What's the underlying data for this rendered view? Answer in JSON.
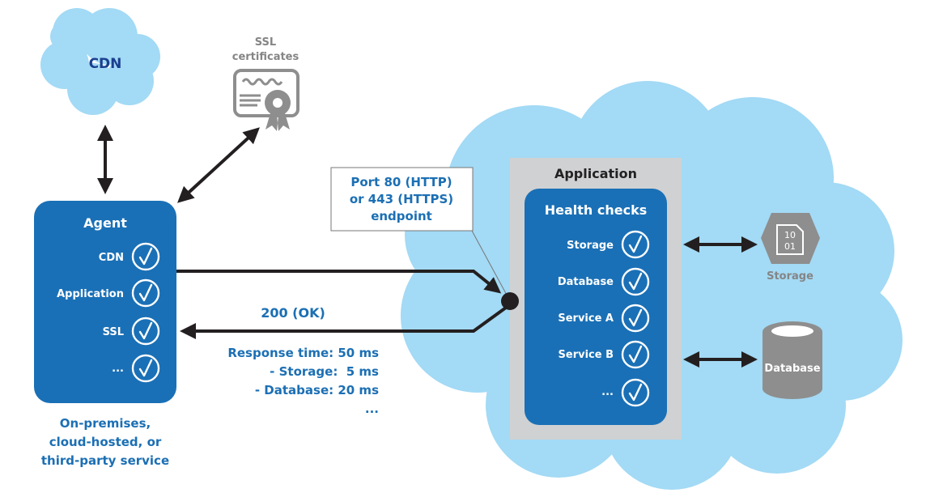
{
  "colors": {
    "cloud": "#a3daf5",
    "box_blue": "#1a70b6",
    "app_gray": "#d0d1d3",
    "text_blue": "#1b6fb4",
    "icon_gray": "#8e8e8e",
    "arrow": "#231f20"
  },
  "cdn_cloud": {
    "label": "CDN"
  },
  "ssl": {
    "label_line1": "SSL",
    "label_line2": "certificates",
    "icon": "certificate-icon"
  },
  "agent": {
    "title": "Agent",
    "checks": [
      {
        "label": "CDN",
        "icon": "check-circle-icon"
      },
      {
        "label": "Application",
        "icon": "check-circle-icon"
      },
      {
        "label": "SSL",
        "icon": "check-circle-icon"
      },
      {
        "label": "...",
        "icon": "check-circle-icon"
      }
    ],
    "caption": [
      "On-premises,",
      "cloud-hosted, or",
      "third-party service"
    ]
  },
  "endpoint": {
    "lines": [
      "Port 80 (HTTP)",
      "or 443 (HTTPS)",
      "endpoint"
    ]
  },
  "response": {
    "status": "200 (OK)",
    "lines": [
      "Response time: 50 ms",
      "- Storage:  5 ms",
      "- Database: 20 ms",
      "..."
    ]
  },
  "application": {
    "title": "Application",
    "health": {
      "title": "Health checks",
      "checks": [
        {
          "label": "Storage",
          "icon": "check-circle-icon"
        },
        {
          "label": "Database",
          "icon": "check-circle-icon"
        },
        {
          "label": "Service A",
          "icon": "check-circle-icon"
        },
        {
          "label": "Service B",
          "icon": "check-circle-icon"
        },
        {
          "label": "...",
          "icon": "check-circle-icon"
        }
      ]
    }
  },
  "storage": {
    "label": "Storage",
    "icon_line1": "10",
    "icon_line2": "01"
  },
  "database": {
    "label": "Database"
  }
}
